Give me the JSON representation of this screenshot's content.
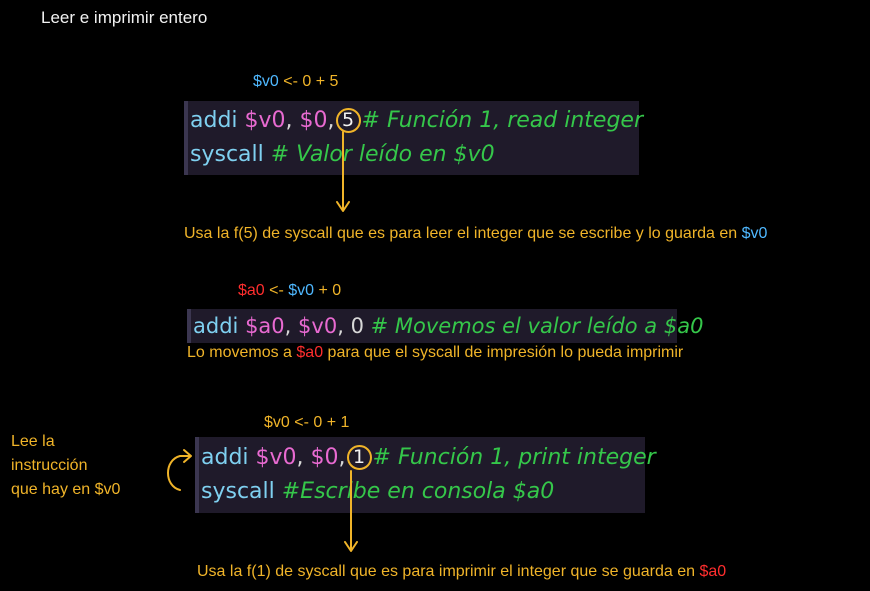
{
  "title": "Leer e imprimir entero",
  "section1": {
    "formula_reg": "$v0",
    "formula_rest": " <- 0 + 5",
    "code": {
      "l1_kw": "addi",
      "l1_r1": "$v0",
      "l1_c1": ",",
      "l1_r2": "$0",
      "l1_c2": ",",
      "l1_num": "5",
      "l1_comment": "# Función 1, read integer",
      "l2_kw": "syscall",
      "l2_comment": "# Valor leído en $v0"
    },
    "note_text": "Usa la f(5) de syscall que es para leer el integer que se escribe y lo guarda en ",
    "note_reg": "$v0"
  },
  "section2": {
    "formula_reg1": "$a0",
    "formula_mid": " <- ",
    "formula_reg2": "$v0",
    "formula_rest": " + 0",
    "code": {
      "kw": "addi",
      "r1": "$a0",
      "c1": ",",
      "r2": "$v0",
      "c2": ",",
      "num": "0",
      "comment": "# Movemos el valor leído a $a0"
    },
    "note_pre": "Lo movemos a ",
    "note_reg": "$a0",
    "note_post": " para que el syscall de impresión lo pueda imprimir"
  },
  "section3": {
    "formula": "$v0 <- 0 + 1",
    "side_note": [
      "Lee la",
      "instrucción",
      "que hay en $v0"
    ],
    "code": {
      "l1_kw": "addi",
      "l1_r1": "$v0",
      "l1_c1": ",",
      "l1_r2": "$0",
      "l1_c2": ",",
      "l1_num": "1",
      "l1_comment": "# Función 1, print integer",
      "l2_kw": "syscall",
      "l2_comment": "#Escribe en consola $a0"
    },
    "note_text": "Usa la f(1) de syscall que es para imprimir el integer que se guarda en ",
    "note_reg": "$a0"
  },
  "colors": {
    "annotation": "#f0b429",
    "register_blue": "#4fb8ff",
    "register_red": "#ff2e2e",
    "keyword": "#7fd0f0",
    "register": "#e86ad1",
    "comment": "#35c74a",
    "code_bg": "#1f1a2a"
  }
}
